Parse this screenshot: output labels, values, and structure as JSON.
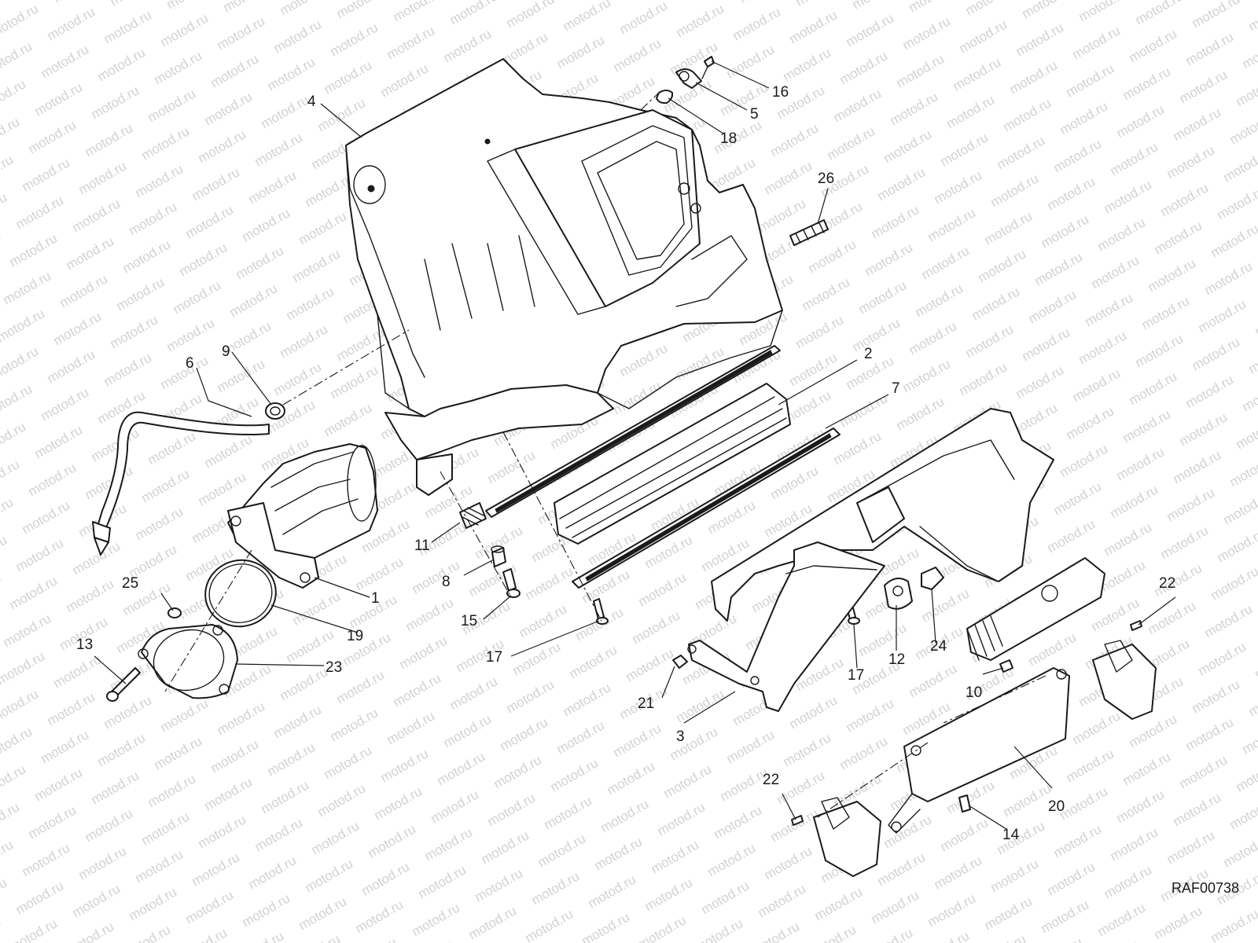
{
  "drawing_ref": "RAF00738",
  "watermark_text": "motod.ru",
  "callouts": [
    {
      "id": "c1",
      "label": "1"
    },
    {
      "id": "c2",
      "label": "2"
    },
    {
      "id": "c3",
      "label": "3"
    },
    {
      "id": "c4",
      "label": "4"
    },
    {
      "id": "c5",
      "label": "5"
    },
    {
      "id": "c6",
      "label": "6"
    },
    {
      "id": "c7",
      "label": "7"
    },
    {
      "id": "c8",
      "label": "8"
    },
    {
      "id": "c9",
      "label": "9"
    },
    {
      "id": "c10",
      "label": "10"
    },
    {
      "id": "c11",
      "label": "11"
    },
    {
      "id": "c12",
      "label": "12"
    },
    {
      "id": "c13",
      "label": "13"
    },
    {
      "id": "c14",
      "label": "14"
    },
    {
      "id": "c15",
      "label": "15"
    },
    {
      "id": "c16",
      "label": "16"
    },
    {
      "id": "c17a",
      "label": "17"
    },
    {
      "id": "c17b",
      "label": "17"
    },
    {
      "id": "c18",
      "label": "18"
    },
    {
      "id": "c19",
      "label": "19"
    },
    {
      "id": "c20",
      "label": "20"
    },
    {
      "id": "c21",
      "label": "21"
    },
    {
      "id": "c22a",
      "label": "22"
    },
    {
      "id": "c22b",
      "label": "22"
    },
    {
      "id": "c23",
      "label": "23"
    },
    {
      "id": "c24",
      "label": "24"
    },
    {
      "id": "c25",
      "label": "25"
    },
    {
      "id": "c26",
      "label": "26"
    }
  ]
}
